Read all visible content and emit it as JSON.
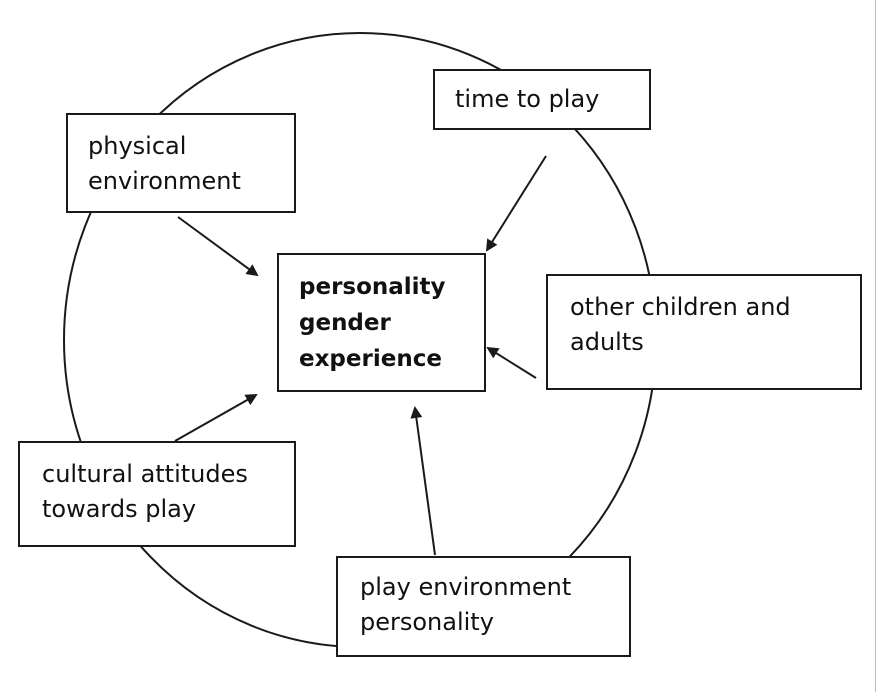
{
  "nodes": {
    "time_to_play": {
      "lines": [
        "time to play"
      ]
    },
    "physical_environment": {
      "lines": [
        "physical",
        "environment"
      ]
    },
    "center": {
      "lines": [
        "personality",
        "gender",
        "experience"
      ]
    },
    "other_children": {
      "lines": [
        "other children and",
        "adults"
      ]
    },
    "cultural_attitudes": {
      "lines": [
        "cultural attitudes",
        "towards play"
      ]
    },
    "play_environment": {
      "lines": [
        "play environment",
        "personality"
      ]
    }
  },
  "edges": [
    {
      "from": "time_to_play",
      "to": "center"
    },
    {
      "from": "physical_environment",
      "to": "center"
    },
    {
      "from": "other_children",
      "to": "center"
    },
    {
      "from": "cultural_attitudes",
      "to": "center"
    },
    {
      "from": "play_environment",
      "to": "center"
    }
  ],
  "colors": {
    "stroke": "#1a1a1a",
    "background": "#ffffff"
  }
}
